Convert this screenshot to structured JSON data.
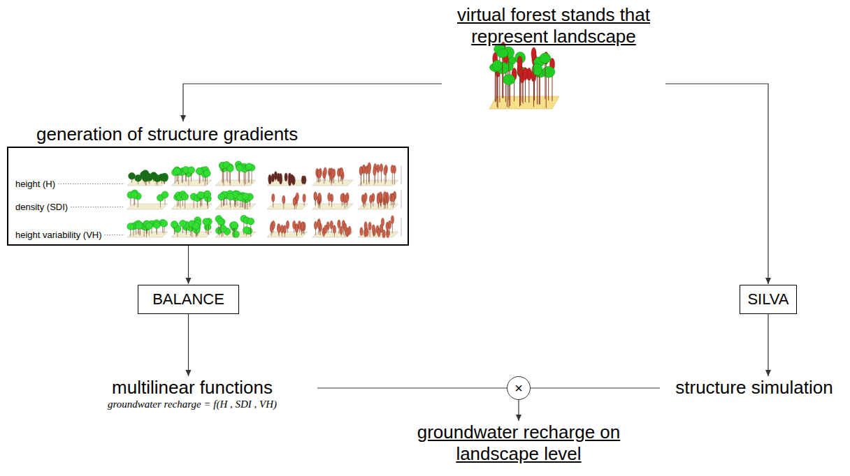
{
  "diagram": {
    "nodes": [
      {
        "text": [
          "virtual forest stands that represent landscape"
        ]
      },
      {
        "text": [
          "generation of structure gradients",
          "height (H)",
          "density (SDI)",
          "height variability (VH)"
        ]
      },
      {
        "text": [
          "BALANCE"
        ]
      },
      {
        "text": [
          "SILVA"
        ]
      },
      {
        "text": [
          "multilinear functions",
          "groundwater recharge = f(H , SDI , VH)"
        ]
      },
      {
        "text": [
          "structure simulation"
        ]
      },
      {
        "text": [
          "×"
        ]
      },
      {
        "text": [
          "groundwater recharge on landscape level"
        ]
      }
    ],
    "edges": [
      {
        "from": 0,
        "to": 1,
        "arrow": "to"
      },
      {
        "from": 0,
        "to": 3,
        "arrow": "to"
      },
      {
        "from": 1,
        "to": 2,
        "arrow": "to"
      },
      {
        "from": 2,
        "to": 4,
        "arrow": "to"
      },
      {
        "from": 3,
        "to": 5,
        "arrow": "to"
      },
      {
        "from": 4,
        "to": 6,
        "arrow": "none"
      },
      {
        "from": 5,
        "to": 6,
        "arrow": "none"
      },
      {
        "from": 6,
        "to": 7,
        "arrow": "to"
      }
    ]
  }
}
